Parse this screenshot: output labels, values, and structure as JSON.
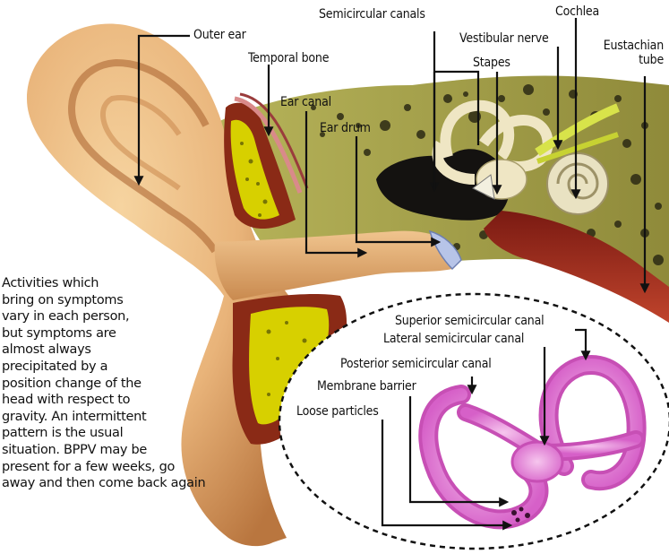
{
  "labels": {
    "outer_ear": "Outer ear",
    "temporal_bone": "Temporal bone",
    "ear_canal": "Ear canal",
    "ear_drum": "Ear drum",
    "semicircular_canals": "Semicircular canals",
    "vestibular_nerve": "Vestibular nerve",
    "stapes": "Stapes",
    "cochlea": "Cochlea",
    "eustachian_tube": "Eustachian\ntube"
  },
  "inset": {
    "superior_canal": "Superior semicircular canal",
    "lateral_canal": "Lateral semicircular canal",
    "posterior_canal": "Posterior semicircular canal",
    "membrane_barrier": "Membrane barrier",
    "loose_particles": "Loose particles"
  },
  "description": "Activities which\nbring on symptoms\nvary in each person,\nbut symptoms are\nalmost always\nprecipitated by a\nposition change of the\nhead with respect to\ngravity. An intermittent\npattern is the usual\nsituation. BPPV may be\npresent for a few weeks, go\naway and then come back again"
}
